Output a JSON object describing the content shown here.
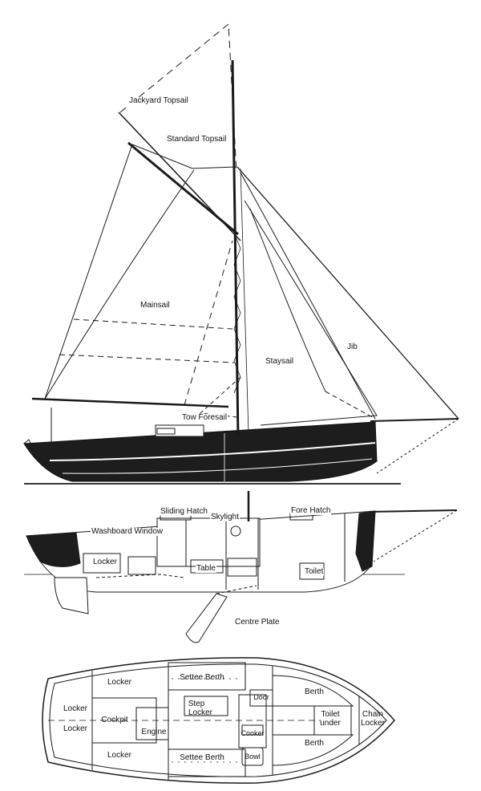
{
  "colors": {
    "line": "#1a1a1a",
    "hull_fill": "#1d1d1d",
    "background": "#ffffff"
  },
  "sail_plan": {
    "labels": {
      "jackyard_topsail": "Jackyard Topsail",
      "standard_topsail": "Standard Topsail",
      "mainsail": "Mainsail",
      "staysail": "Staysail",
      "jib": "Jib",
      "tow_foresail": "Tow Foresail"
    }
  },
  "profile_section": {
    "labels": {
      "sliding_hatch": "Sliding Hatch",
      "skylight": "Skylight",
      "fore_hatch": "Fore Hatch",
      "washboard_window": "Washboard Window",
      "locker": "Locker",
      "table": "Table",
      "toilet": "Toilet",
      "centre_plate": "Centre Plate"
    }
  },
  "accommodation_plan": {
    "labels": {
      "stern_locker_top": "Locker",
      "stern_locker_bottom": "Locker",
      "cockpit_locker_top": "Locker",
      "cockpit_locker_bottom": "Locker",
      "cockpit": "Cockpit",
      "engine": "Engine",
      "settee_berth_top": "Settee Berth",
      "settee_berth_bottom": "Settee Berth",
      "step": "Step",
      "step_locker": "Locker",
      "cooker": "Cooker",
      "bowl": "Bowl",
      "door": "Door",
      "berth_top": "Berth",
      "berth_bottom": "Berth",
      "toilet": "Toilet",
      "toilet_under": "under",
      "chain": "Chain",
      "chain_locker": "Locker"
    }
  }
}
